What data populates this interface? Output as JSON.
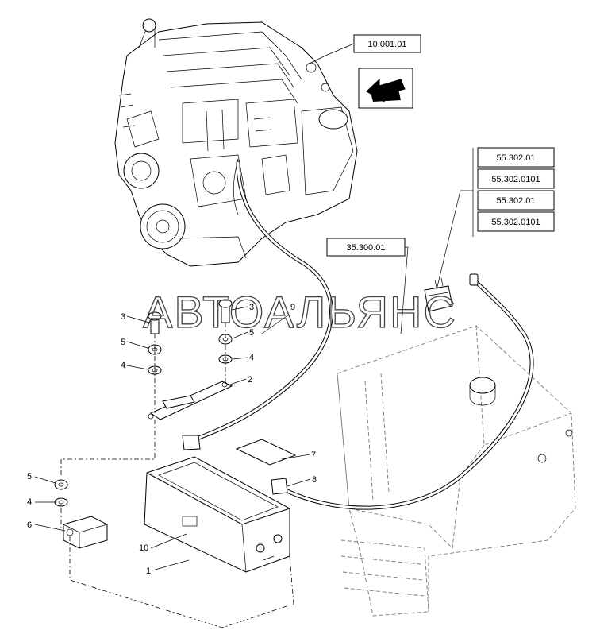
{
  "watermark": "АВТОАЛЬЯНС",
  "refs": {
    "engine": "10.001.01",
    "tank": "35.300.01",
    "group": [
      "55.302.01",
      "55.302.0101",
      "55.302.01",
      "55.302.0101"
    ]
  },
  "callouts": {
    "c1": "1",
    "c2": "2",
    "c3a": "3",
    "c3b": "3",
    "c4a": "4",
    "c4b": "4",
    "c4c": "4",
    "c5a": "5",
    "c5b": "5",
    "c5c": "5",
    "c6": "6",
    "c7": "7",
    "c8": "8",
    "c9": "9",
    "c10": "10"
  },
  "icons": {
    "arrow": "arrow-down-left-icon"
  }
}
